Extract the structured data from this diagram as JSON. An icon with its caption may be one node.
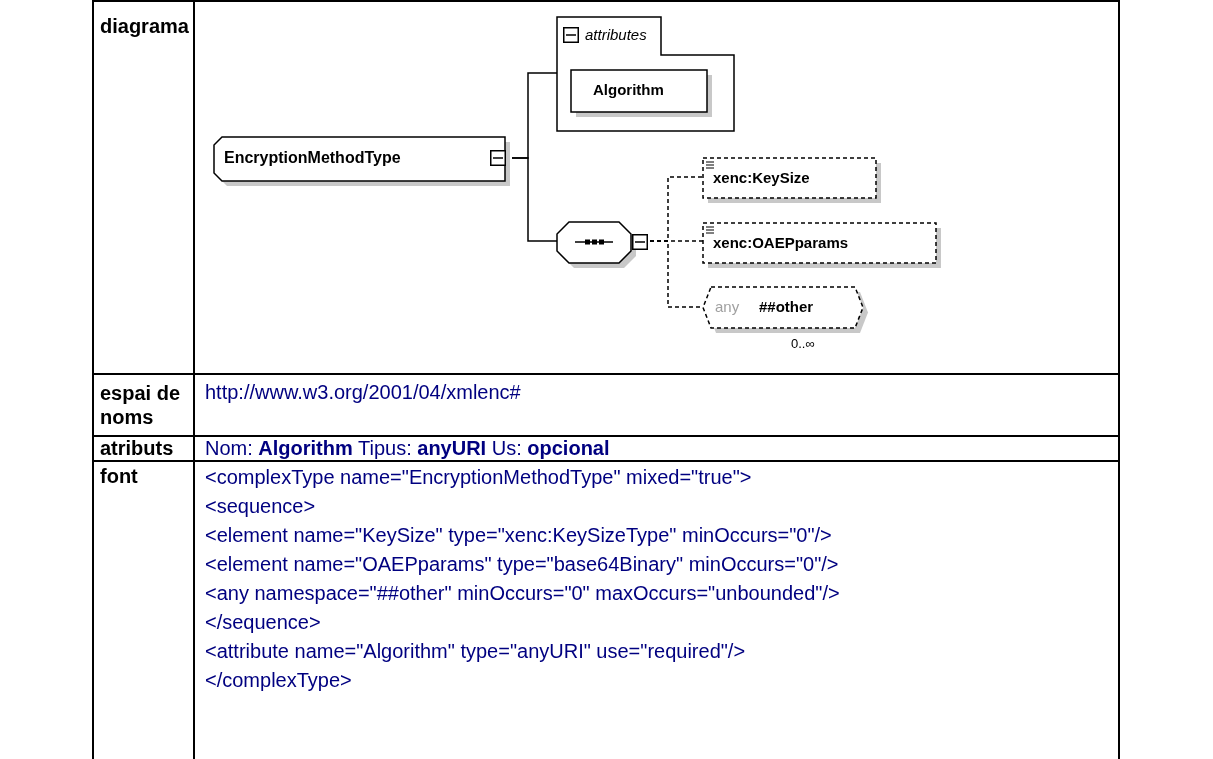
{
  "diagram": {
    "nodes": [
      {
        "text": [
          "EncryptionMethodType"
        ]
      },
      {
        "text": [
          "attributes"
        ]
      },
      {
        "text": [
          "Algorithm"
        ],
        "in": 1
      },
      {
        "text": [],
        "shape": "octagon"
      },
      {
        "text": [
          "xenc:KeySize"
        ]
      },
      {
        "text": [
          "xenc:OAEPparams"
        ]
      },
      {
        "text": [
          "any",
          "##other"
        ],
        "beside": [
          "0..∞"
        ]
      }
    ],
    "edges": [
      {
        "from": 0,
        "to": 1,
        "arrow": "none"
      },
      {
        "from": 0,
        "to": 3,
        "arrow": "none"
      },
      {
        "from": 3,
        "to": 4,
        "arrow": "none",
        "style": "dashed"
      },
      {
        "from": 3,
        "to": 5,
        "arrow": "none",
        "style": "dashed"
      },
      {
        "from": 3,
        "to": 6,
        "arrow": "none",
        "style": "dashed"
      }
    ],
    "labels": [
      "diagrama",
      "espai de noms",
      "http://www.w3.org/2001/04/xmlenc#",
      "atributs",
      "Nom: **Algorithm** Tipus: **anyURI** Us: **opcional**",
      "font",
      "<complexType name=\"EncryptionMethodType\" mixed=\"true\">",
      "<sequence>",
      "<element name=\"KeySize\" type=\"xenc:KeySizeType\" minOccurs=\"0\"/>",
      "<element name=\"OAEPparams\" type=\"base64Binary\" minOccurs=\"0\"/>",
      "<any namespace=\"##other\" minOccurs=\"0\" maxOccurs=\"unbounded\"/>",
      "</sequence>",
      "<attribute name=\"Algorithm\" type=\"anyURI\" use=\"required\"/>",
      "</complexType>"
    ]
  }
}
